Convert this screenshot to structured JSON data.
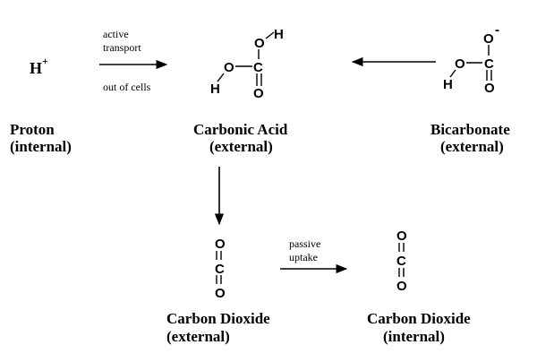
{
  "proton": {
    "symbol": "H",
    "charge": "+",
    "label_line1": "Proton",
    "label_line2": "(internal)"
  },
  "carbonic_acid": {
    "atoms": {
      "h_top": "H",
      "o_top": "O",
      "c": "C",
      "o_left": "O",
      "h_left": "H",
      "o_bottom": "O"
    },
    "label_line1": "Carbonic Acid",
    "label_line2": "(external)"
  },
  "bicarbonate": {
    "atoms": {
      "o_top": "O",
      "charge": "-",
      "c": "C",
      "o_left": "O",
      "h": "H",
      "o_bottom": "O"
    },
    "label_line1": "Bicarbonate",
    "label_line2": "(external)"
  },
  "co2_external": {
    "atoms": {
      "o_top": "O",
      "c": "C",
      "o_bottom": "O"
    },
    "label_line1": "Carbon Dioxide",
    "label_line2": "(external)"
  },
  "co2_internal": {
    "atoms": {
      "o_top": "O",
      "c": "C",
      "o_bottom": "O"
    },
    "label_line1": "Carbon Dioxide",
    "label_line2": "(internal)"
  },
  "arrows": {
    "active_transport": {
      "line1": "active",
      "line2": "transport",
      "below": "out of cells"
    },
    "passive_uptake": {
      "line1": "passive",
      "line2": "uptake"
    }
  }
}
